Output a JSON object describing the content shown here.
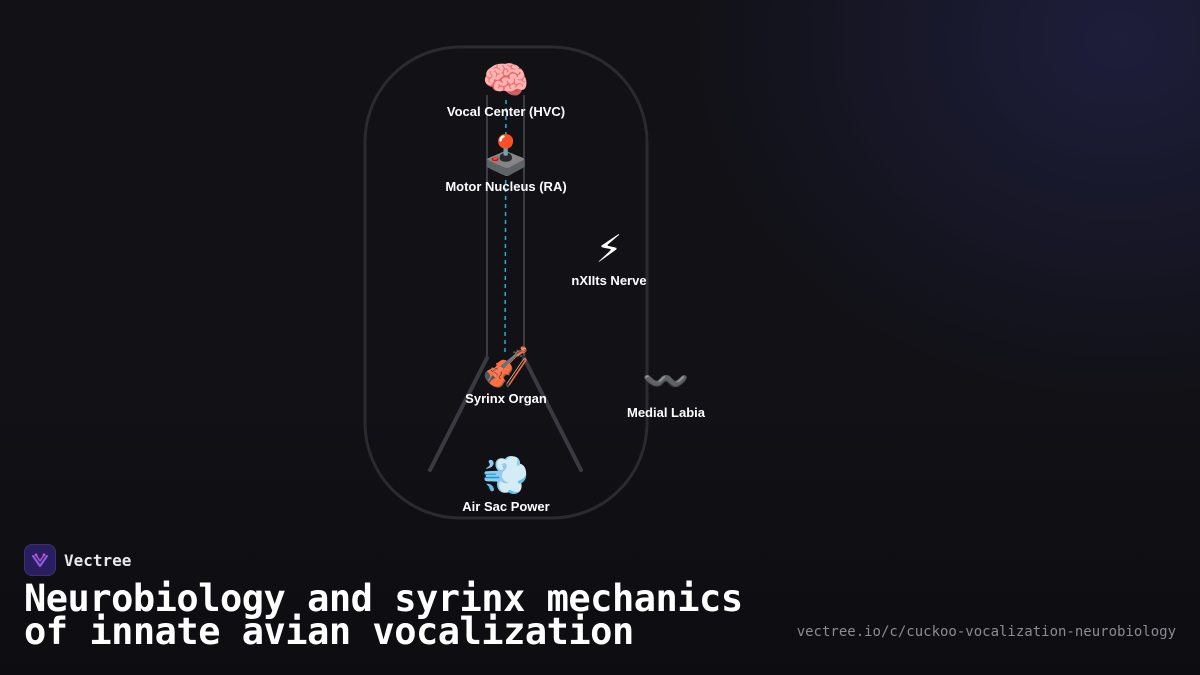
{
  "diagram": {
    "nodes": {
      "hvc": {
        "icon": "🧠",
        "icon_name": "brain-icon",
        "label": "Vocal Center (HVC)"
      },
      "ra": {
        "icon": "🕹️",
        "icon_name": "joystick-icon",
        "label": "Motor Nucleus (RA)"
      },
      "nerve": {
        "icon": "⚡",
        "icon_name": "lightning-icon",
        "label": "nXIIts Nerve"
      },
      "syrinx": {
        "icon": "🎻",
        "icon_name": "violin-icon",
        "label": "Syrinx Organ"
      },
      "labia": {
        "icon": "〰️",
        "icon_name": "wavy-dash-icon",
        "label": "Medial Labia"
      },
      "airsac": {
        "icon": "💨",
        "icon_name": "dash-wind-icon",
        "label": "Air Sac Power"
      }
    },
    "colors": {
      "outline": "#2a2a30",
      "rail": "#4a4a52",
      "signal": "#1fb5d0"
    }
  },
  "brand": {
    "name": "Vectree",
    "logo_icon": "vectree-logo-icon",
    "logo_color": "#8a5cf0"
  },
  "title": "Neurobiology and syrinx mechanics of innate avian vocalization",
  "url": "vectree.io/c/cuckoo-vocalization-neurobiology"
}
